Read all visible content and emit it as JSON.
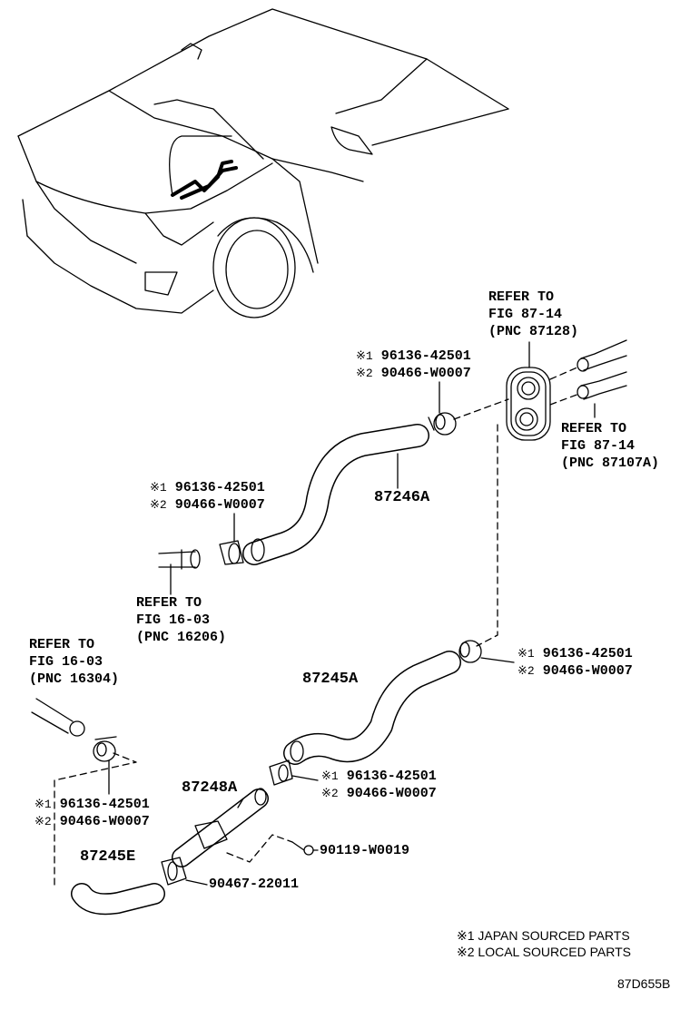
{
  "refs": {
    "fig_87_14_a": {
      "line1": "REFER TO",
      "line2": "FIG 87-14",
      "line3": "(PNC 87128)"
    },
    "fig_87_14_b": {
      "line1": "REFER TO",
      "line2": "FIG 87-14",
      "line3": "(PNC 87107A)"
    },
    "fig_16_03_a": {
      "line1": "REFER TO",
      "line2": "FIG 16-03",
      "line3": "(PNC 16206)"
    },
    "fig_16_03_b": {
      "line1": "REFER TO",
      "line2": "FIG 16-03",
      "line3": "(PNC 16304)"
    }
  },
  "clamp_callouts": [
    {
      "mark1": "※1",
      "part1": "96136-42501",
      "mark2": "※2",
      "part2": "90466-W0007"
    },
    {
      "mark1": "※1",
      "part1": "96136-42501",
      "mark2": "※2",
      "part2": "90466-W0007"
    },
    {
      "mark1": "※1",
      "part1": "96136-42501",
      "mark2": "※2",
      "part2": "90466-W0007"
    },
    {
      "mark1": "※1",
      "part1": "96136-42501",
      "mark2": "※2",
      "part2": "90466-W0007"
    },
    {
      "mark1": "※1",
      "part1": "96136-42501",
      "mark2": "※2",
      "part2": "90466-W0007"
    }
  ],
  "parts": {
    "hose_87246A": "87246A",
    "hose_87245A": "87245A",
    "pipe_87248A": "87248A",
    "hose_87245E": "87245E",
    "bolt": "90119-W0019",
    "clip": "90467-22011"
  },
  "legend": {
    "note1": "※1 JAPAN SOURCED PARTS",
    "note2": "※2 LOCAL SOURCED PARTS"
  },
  "figure_id": "87D655B"
}
